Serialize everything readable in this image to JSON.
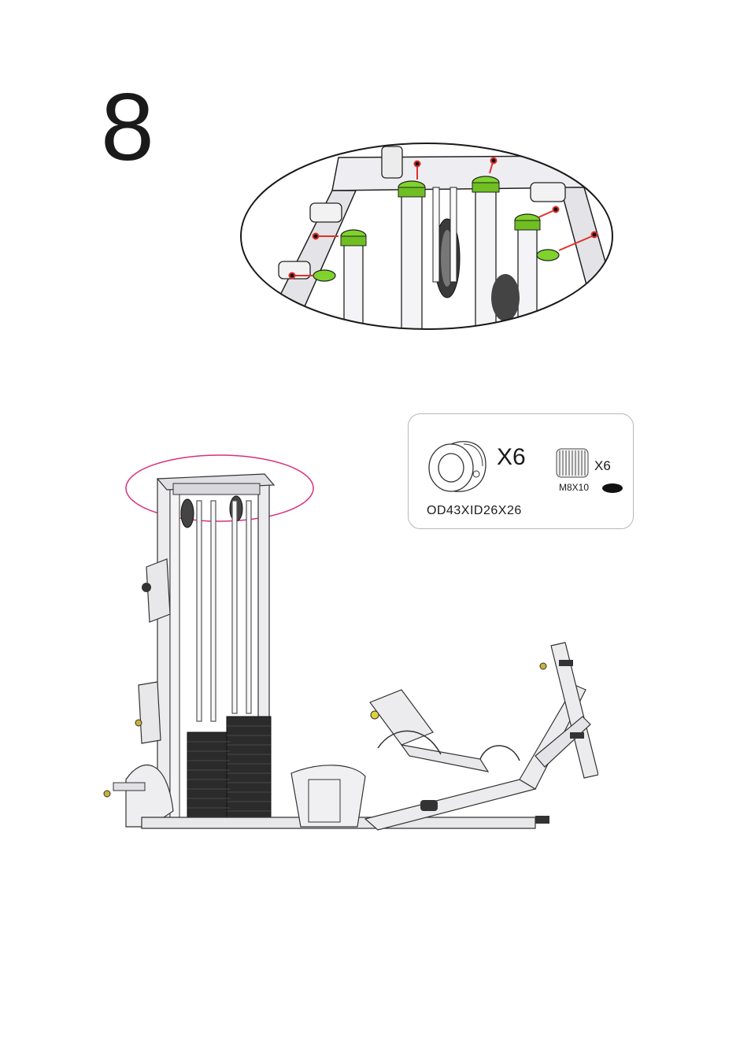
{
  "step": {
    "number": "8"
  },
  "parts": {
    "collar": {
      "quantity": "X6",
      "spec": "OD43XID26X26"
    },
    "screw": {
      "quantity": "X6",
      "spec": "M8X10"
    }
  },
  "colors": {
    "collar_highlight": "#7fd32c",
    "screw_indicator": "#e0302a",
    "callout_ellipse": "#d9307a",
    "weight_stack": "#2b2b2b",
    "frame": "#e8e8ea"
  }
}
